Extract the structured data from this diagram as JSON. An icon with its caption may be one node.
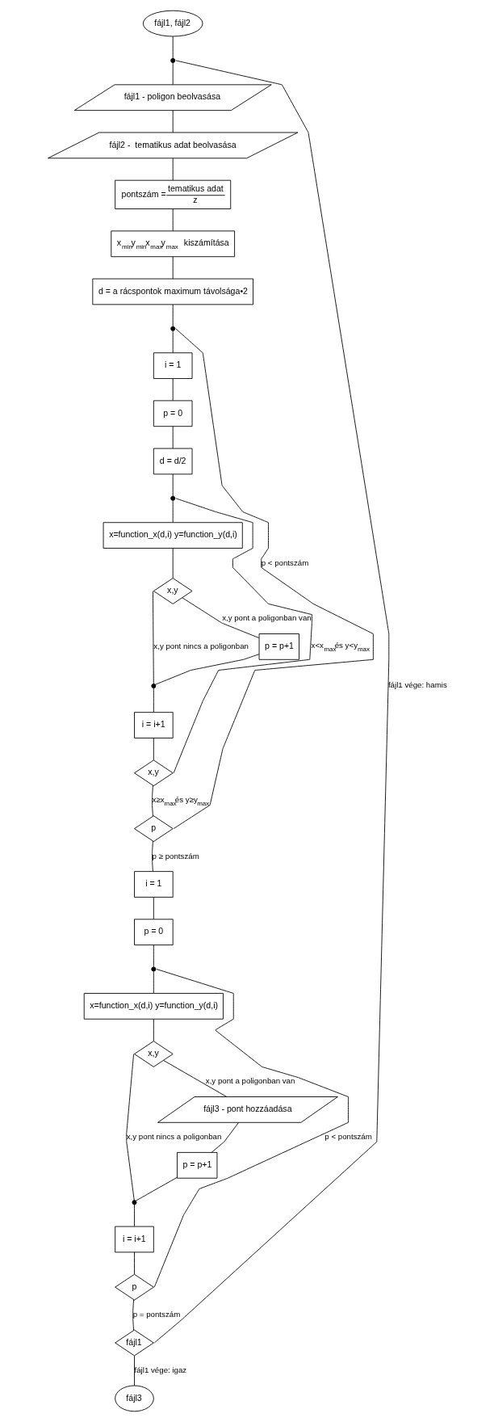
{
  "diagram": {
    "nodes": [
      {
        "text": [
          "fájl1, fájl2"
        ]
      },
      {
        "text": [],
        "shape": "dot"
      },
      {
        "text": [
          "fájl1 - poligon beolvasása"
        ]
      },
      {
        "text": [
          "fájl2 -  tematikus adat beolvasása"
        ]
      },
      {
        "text": [
          "pontszám =",
          "tematikus adat",
          "z"
        ]
      },
      {
        "text": [
          "x$_{min}$y$_{min}$x$_{max}$y$_{max}$ kiszámítása"
        ]
      },
      {
        "text": [
          "d = a rácspontok maximum távolsága•2"
        ]
      },
      {
        "text": [],
        "shape": "dot"
      },
      {
        "text": [
          "i = 1"
        ]
      },
      {
        "text": [
          "p = 0"
        ]
      },
      {
        "text": [
          "d = d/2"
        ]
      },
      {
        "text": [],
        "shape": "dot"
      },
      {
        "text": [
          "x=function_x(d,i) y=function_y(d,i)"
        ]
      },
      {
        "text": [
          "x,y"
        ]
      },
      {
        "text": [
          "p = p+1"
        ]
      },
      {
        "text": [],
        "shape": "dot"
      },
      {
        "text": [
          "i = i+1"
        ]
      },
      {
        "text": [
          "x,y"
        ]
      },
      {
        "text": [
          "p"
        ]
      },
      {
        "text": [
          "i = 1"
        ]
      },
      {
        "text": [
          "p = 0"
        ]
      },
      {
        "text": [],
        "shape": "dot"
      },
      {
        "text": [
          "x=function_x(d,i) y=function_y(d,i)"
        ]
      },
      {
        "text": [
          "x,y"
        ]
      },
      {
        "text": [
          "fájl3 - pont hozzáadása"
        ]
      },
      {
        "text": [
          "p = p+1"
        ]
      },
      {
        "text": [],
        "shape": "dot"
      },
      {
        "text": [
          "i = i+1"
        ]
      },
      {
        "text": [
          "p"
        ]
      },
      {
        "text": [
          "fájl1"
        ]
      },
      {
        "text": [
          "fájl3"
        ]
      }
    ],
    "edges": [
      {
        "from": 0,
        "to": 1,
        "arrow": "none"
      },
      {
        "from": 1,
        "to": 2,
        "arrow": "none"
      },
      {
        "from": 2,
        "to": 3,
        "arrow": "none"
      },
      {
        "from": 3,
        "to": 4,
        "arrow": "none"
      },
      {
        "from": 4,
        "to": 5,
        "arrow": "none"
      },
      {
        "from": 5,
        "to": 6,
        "arrow": "none"
      },
      {
        "from": 6,
        "to": 7,
        "arrow": "none"
      },
      {
        "from": 7,
        "to": 8,
        "arrow": "none"
      },
      {
        "from": 8,
        "to": 9,
        "arrow": "none"
      },
      {
        "from": 9,
        "to": 10,
        "arrow": "none"
      },
      {
        "from": 10,
        "to": 11,
        "arrow": "none"
      },
      {
        "from": 11,
        "to": 12,
        "arrow": "none"
      },
      {
        "from": 12,
        "to": 13,
        "arrow": "none"
      },
      {
        "from": 13,
        "to": 14,
        "arrow": "none",
        "label": "x,y pont a poligonban van"
      },
      {
        "from": 13,
        "to": 15,
        "arrow": "none",
        "label": "x,y pont nincs a poligonban"
      },
      {
        "from": 14,
        "to": 15,
        "arrow": "none"
      },
      {
        "from": 15,
        "to": 16,
        "arrow": "none"
      },
      {
        "from": 16,
        "to": 17,
        "arrow": "none"
      },
      {
        "from": 17,
        "to": 11,
        "arrow": "none",
        "label": "x<x$_{max}$és y<y$_{max}$"
      },
      {
        "from": 17,
        "to": 18,
        "arrow": "none",
        "label": "x≥x$_{max}$és y≥y$_{max}$"
      },
      {
        "from": 18,
        "to": 7,
        "arrow": "none",
        "label": "p < pontszám"
      },
      {
        "from": 18,
        "to": 19,
        "arrow": "none",
        "label": "p ≥ pontszám"
      },
      {
        "from": 19,
        "to": 20,
        "arrow": "none"
      },
      {
        "from": 20,
        "to": 21,
        "arrow": "none"
      },
      {
        "from": 21,
        "to": 22,
        "arrow": "none"
      },
      {
        "from": 22,
        "to": 23,
        "arrow": "none"
      },
      {
        "from": 23,
        "to": 24,
        "arrow": "none",
        "label": "x,y pont a poligonban van"
      },
      {
        "from": 23,
        "to": 26,
        "arrow": "none",
        "label": "x,y pont nincs a poligonban"
      },
      {
        "from": 24,
        "to": 25,
        "arrow": "none"
      },
      {
        "from": 25,
        "to": 26,
        "arrow": "none"
      },
      {
        "from": 26,
        "to": 27,
        "arrow": "none"
      },
      {
        "from": 27,
        "to": 28,
        "arrow": "none"
      },
      {
        "from": 28,
        "to": 21,
        "arrow": "none",
        "label": "p < pontszám"
      },
      {
        "from": 28,
        "to": 29,
        "arrow": "none",
        "label": "p = pontszám"
      },
      {
        "from": 29,
        "to": 1,
        "arrow": "none",
        "label": "fájl1 vége: hamis"
      },
      {
        "from": 29,
        "to": 30,
        "arrow": "none",
        "label": "fájl1 vége: igaz"
      }
    ]
  }
}
